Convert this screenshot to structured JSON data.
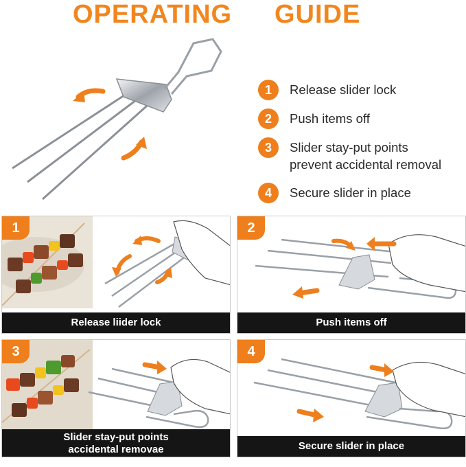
{
  "header": {
    "title_left": "OPERATING",
    "title_right": "GUIDE"
  },
  "steps": [
    {
      "number": "1",
      "text": "Release slider lock"
    },
    {
      "number": "2",
      "text": "Push items off"
    },
    {
      "number": "3",
      "text_line1": "Slider stay-put points",
      "text_line2": "prevent accidental removal"
    },
    {
      "number": "4",
      "text": "Secure slider in place"
    }
  ],
  "panels": [
    {
      "number": "1",
      "caption": "Release liider lock"
    },
    {
      "number": "2",
      "caption": "Push items off"
    },
    {
      "number": "3",
      "caption_line1": "Slider stay-put points",
      "caption_line2": "accidental removae"
    },
    {
      "number": "4",
      "caption": "Secure slider in place"
    }
  ],
  "colors": {
    "accent": "#ee7f1c",
    "caption_bg": "#151515",
    "metal": "#b8bcc2"
  },
  "icons": [
    "orange-arrow-icon",
    "hand-illustration",
    "skewer-illustration",
    "kebab-photo"
  ]
}
